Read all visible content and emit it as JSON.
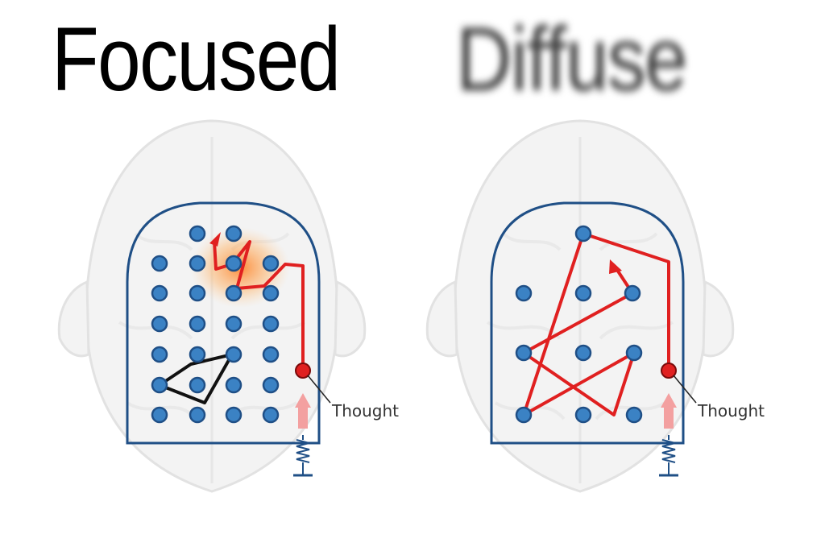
{
  "titles": {
    "focused": "Focused",
    "diffuse": "Diffuse"
  },
  "label": "Thought",
  "colors": {
    "grid": "#1f4f86",
    "dot": "#3b82c4",
    "path": "#e02020",
    "black": "#111111",
    "brain": "#ececec"
  },
  "icons": [
    "brain-outline",
    "spring-launcher-icon",
    "arrow-up-icon"
  ]
}
